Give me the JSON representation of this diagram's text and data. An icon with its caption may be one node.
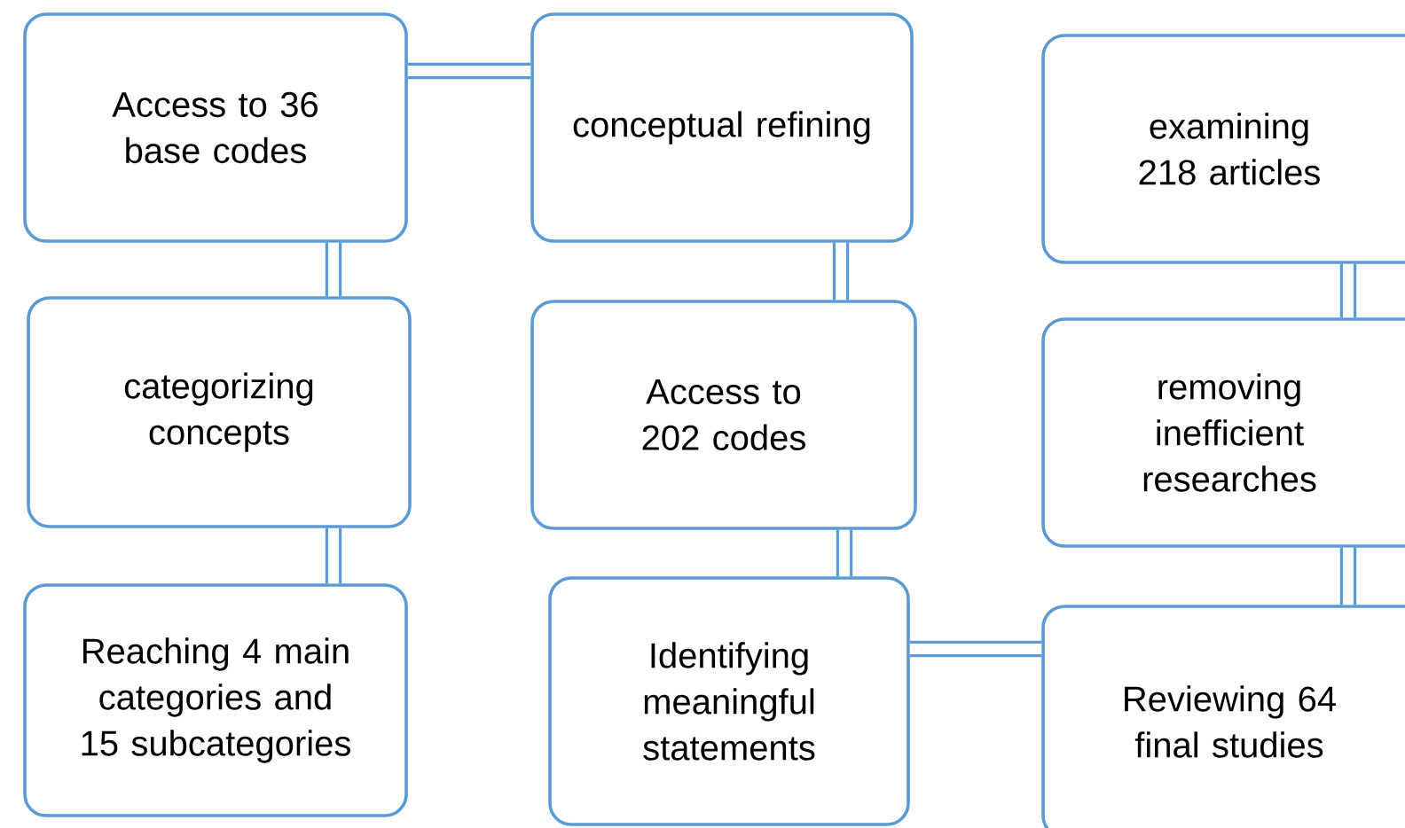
{
  "diagram": {
    "nodes": [
      {
        "text": [
          "Access to 36 base codes"
        ]
      },
      {
        "text": [
          "conceptual refining"
        ]
      },
      {
        "text": [
          "examining 218 articles"
        ]
      },
      {
        "text": [
          "categorizing concepts"
        ]
      },
      {
        "text": [
          "Access to 202 codes"
        ]
      },
      {
        "text": [
          "removing inefficient researches"
        ]
      },
      {
        "text": [
          "Reaching 4 main categories and 15 subcategories"
        ]
      },
      {
        "text": [
          "Identifying meaningful statements"
        ]
      },
      {
        "text": [
          "Reviewing 64 final studies"
        ]
      }
    ],
    "edges": [
      {
        "from": 2,
        "to": 5,
        "arrow": "none"
      },
      {
        "from": 5,
        "to": 8,
        "arrow": "none"
      },
      {
        "from": 8,
        "to": 7,
        "arrow": "none"
      },
      {
        "from": 7,
        "to": 4,
        "arrow": "none"
      },
      {
        "from": 4,
        "to": 1,
        "arrow": "none"
      },
      {
        "from": 1,
        "to": 0,
        "arrow": "none"
      },
      {
        "from": 0,
        "to": 3,
        "arrow": "none"
      },
      {
        "from": 3,
        "to": 6,
        "arrow": "none"
      }
    ]
  }
}
